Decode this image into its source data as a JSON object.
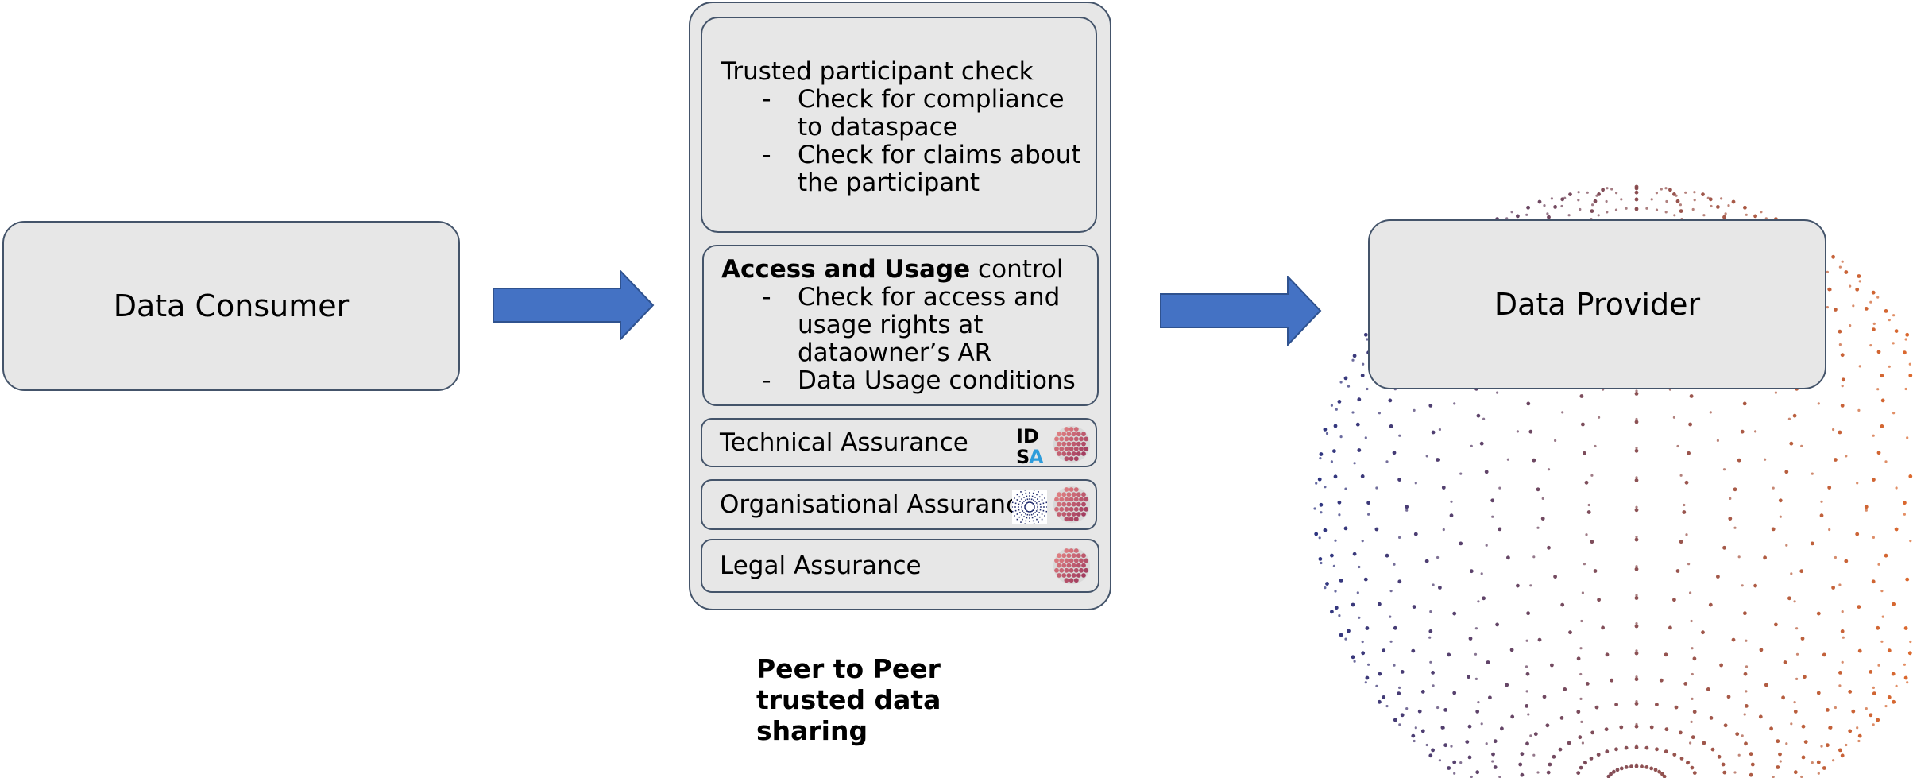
{
  "consumer": {
    "label": "Data Consumer"
  },
  "provider": {
    "label": "Data Provider"
  },
  "trusted_check": {
    "title": "Trusted participant check",
    "bullets": [
      {
        "dash": "-",
        "text": "Check for compliance to dataspace"
      },
      {
        "dash": "-",
        "text": "Check for claims about the participant"
      }
    ]
  },
  "access_usage": {
    "title_bold": "Access and Usage",
    "title_rest": " control",
    "bullets": [
      {
        "dash": "-",
        "text": "Check for access and usage rights at dataowner’s AR"
      },
      {
        "dash": "-",
        "text": "Data Usage conditions"
      }
    ]
  },
  "assurances": [
    {
      "label": "Technical Assurance"
    },
    {
      "label": "Organisational Assurance"
    },
    {
      "label": "Legal Assurance"
    }
  ],
  "idsa_logo": {
    "line1": "ID",
    "line2_a": "S",
    "line2_b": "A"
  },
  "caption": {
    "lines": [
      "Peer to Peer",
      "trusted data",
      "sharing"
    ]
  },
  "colors": {
    "box_fill": "#e7e7e7",
    "box_border": "#44546a",
    "arrow": "#4472c4",
    "globe_start": "#232a7a",
    "globe_end": "#e8651c",
    "idsa_blue": "#2d9cdb"
  }
}
